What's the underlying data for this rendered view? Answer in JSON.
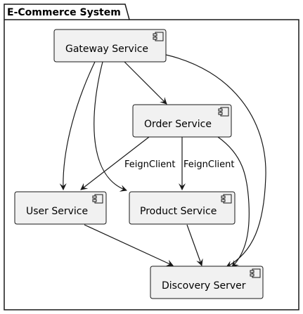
{
  "package": {
    "title": "E-Commerce System"
  },
  "components": {
    "gateway": {
      "label": "Gateway Service"
    },
    "order": {
      "label": "Order Service"
    },
    "user": {
      "label": "User Service"
    },
    "product": {
      "label": "Product Service"
    },
    "discovery": {
      "label": "Discovery Server"
    }
  },
  "edges": [
    {
      "from": "gateway",
      "to": "order",
      "label": ""
    },
    {
      "from": "gateway",
      "to": "user",
      "label": ""
    },
    {
      "from": "gateway",
      "to": "product",
      "label": ""
    },
    {
      "from": "gateway",
      "to": "discovery",
      "label": ""
    },
    {
      "from": "order",
      "to": "user",
      "label": "FeignClient"
    },
    {
      "from": "order",
      "to": "product",
      "label": "FeignClient"
    },
    {
      "from": "order",
      "to": "discovery",
      "label": ""
    },
    {
      "from": "user",
      "to": "discovery",
      "label": ""
    },
    {
      "from": "product",
      "to": "discovery",
      "label": ""
    }
  ],
  "colors": {
    "component_fill": "#f1f1f1",
    "stroke": "#181818",
    "background": "#ffffff"
  },
  "icons": {
    "component": "uml-component-icon"
  }
}
